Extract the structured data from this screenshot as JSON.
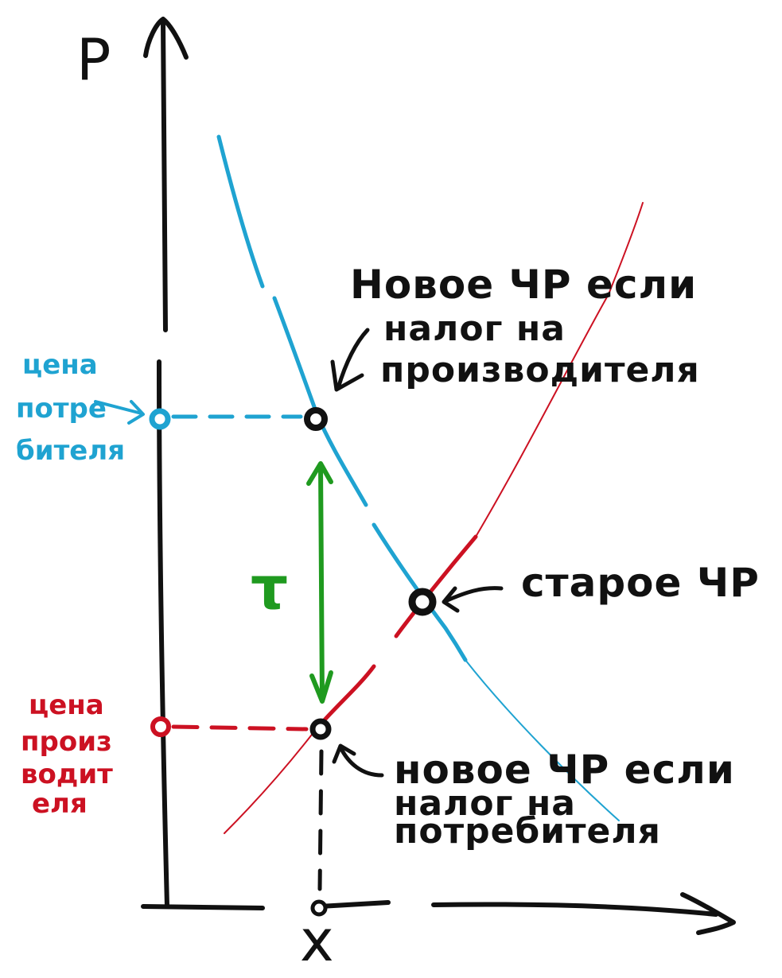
{
  "colors": {
    "demand": "#1fa3d1",
    "supply": "#cc1122",
    "tax": "#1f9a1f",
    "ink": "#111111"
  },
  "axes": {
    "y_label": "P",
    "x_label": "x"
  },
  "tax_label": "τ",
  "annotations": {
    "new_eq_producer_tax": [
      "Новое ЧР если",
      "налог на",
      "производителя"
    ],
    "old_eq": "старое ЧР",
    "new_eq_consumer_tax": [
      "новое ЧР если",
      "налог на",
      "потребителя"
    ]
  },
  "side_labels": {
    "consumer_price": [
      "цена",
      "потре",
      "бителя"
    ],
    "producer_price": [
      "цена",
      "произ",
      "водит",
      "еля"
    ]
  }
}
